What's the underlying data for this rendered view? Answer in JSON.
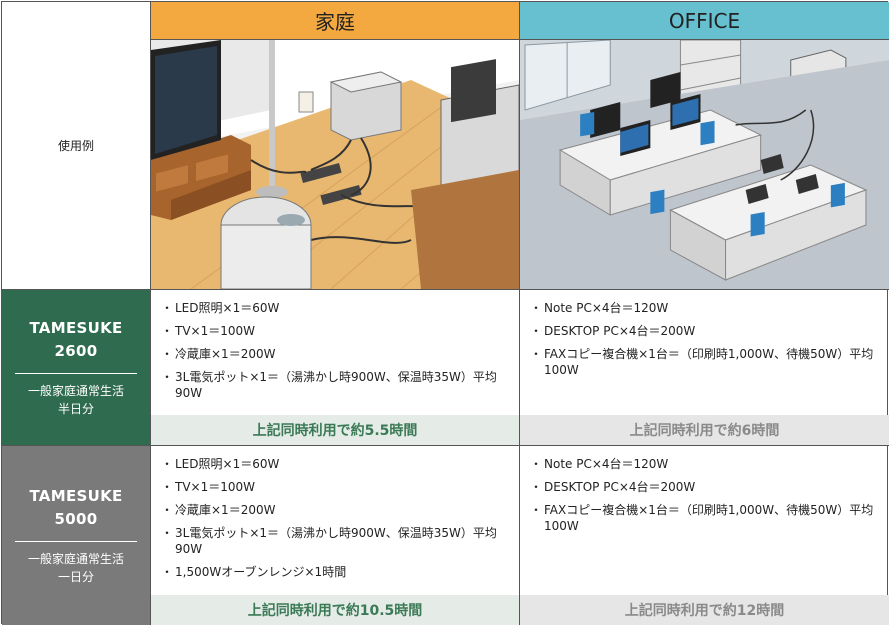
{
  "header": {
    "home": "家庭",
    "office": "OFFICE"
  },
  "corner_label": "使用例",
  "rows": [
    {
      "product_line1": "TAMESUKE",
      "product_line2": "2600",
      "desc_line1": "一般家庭通常生活",
      "desc_line2": "半日分",
      "home_items": [
        "LED照明×1＝60W",
        "TV×1＝100W",
        "冷蔵庫×1＝200W",
        "3L電気ポット×1＝（湯沸かし時900W、保温時35W）平均90W"
      ],
      "home_result": "上記同時利用で約5.5時間",
      "office_items": [
        "Note PC×4台＝120W",
        "DESKTOP PC×4台＝200W",
        "FAXコピー複合機×1台＝（印刷時1,000W、待機50W）平均100W"
      ],
      "office_result": "上記同時利用で約6時間"
    },
    {
      "product_line1": "TAMESUKE",
      "product_line2": "5000",
      "desc_line1": "一般家庭通常生活",
      "desc_line2": "一日分",
      "home_items": [
        "LED照明×1＝60W",
        "TV×1＝100W",
        "冷蔵庫×1＝200W",
        "3L電気ポット×1＝（湯沸かし時900W、保温時35W）平均90W",
        "1,500Wオーブンレンジ×1時間"
      ],
      "home_result": "上記同時利用で約10.5時間",
      "office_items": [
        "Note PC×4台＝120W",
        "DESKTOP PC×4台＝200W",
        "FAXコピー複合機×1台＝（印刷時1,000W、待機50W）平均100W"
      ],
      "office_result": "上記同時利用で約12時間"
    }
  ],
  "bullet": "・",
  "colors": {
    "home_header": "#f4a940",
    "office_header": "#66c0cf",
    "row1_label": "#2f6b4f",
    "row2_label": "#7a7a7a",
    "result_green_text": "#3b7a56",
    "result_gray_text": "#8a8a8a"
  },
  "illustrations": {
    "home": "home-appliances-illustration",
    "office": "office-desks-illustration"
  }
}
